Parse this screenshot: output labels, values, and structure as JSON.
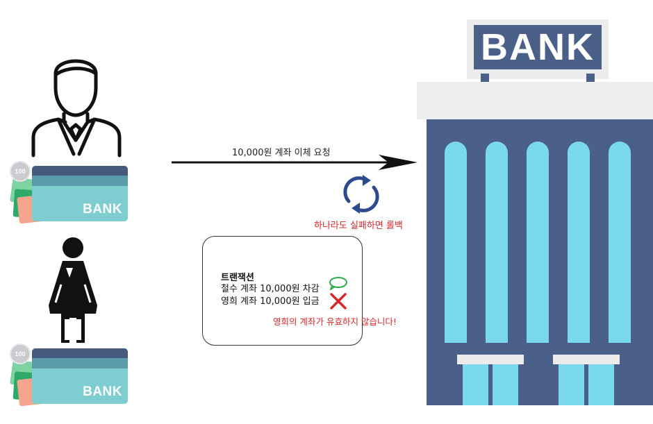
{
  "left_cards": {
    "card1_label": "BANK",
    "card2_label": "BANK",
    "coin1": "100",
    "coin2": "100"
  },
  "transfer": {
    "request_label": "10,000원 계좌 이체 요청",
    "rollback_label": "하나라도 실패하면 롤백"
  },
  "transaction": {
    "title": "트랜잭션",
    "step1": "철수 계좌 10,000원 차감",
    "step2": "영희 계좌 10,000원 입금",
    "error": "영희의 계좌가 유효하지 않습니다!"
  },
  "bank_building": {
    "sign": "BANK"
  },
  "colors": {
    "card_teal": "#7ecdd0",
    "card_dark": "#455a7e",
    "building_navy": "#4a6089",
    "window_cyan": "#7ad9ee",
    "error_red": "#d9262b",
    "success_green": "#2eaa4a"
  }
}
